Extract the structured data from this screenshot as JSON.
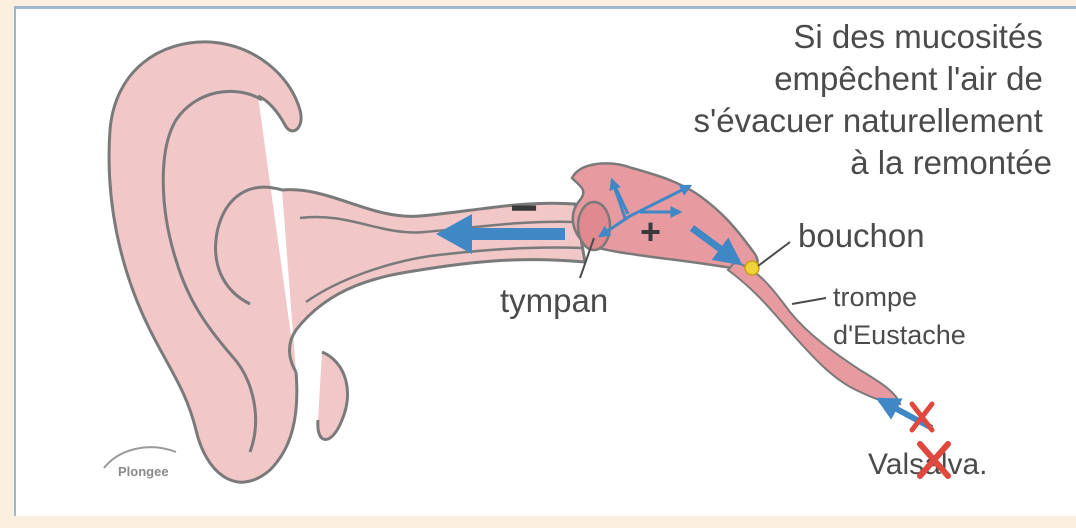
{
  "caption": {
    "line1": "Si des mucosités",
    "line2": "empêchent l'air de",
    "line3": "s'évacuer naturellement",
    "line4": "à la remontée"
  },
  "labels": {
    "plug": "bouchon",
    "eardrum": "tympan",
    "tube_line1": "trompe",
    "tube_line2": "d'Eustache",
    "valsalva": "Valsalva."
  },
  "signs": {
    "minus": "−",
    "plus": "+"
  },
  "logo_text": "Plongee",
  "colors": {
    "ear_fill": "#f1c7c8",
    "ear_outline": "#7a7a7a",
    "middle_ear_fill": "#e79a9f",
    "arrow_blue": "#3f88c5",
    "cross_red": "#e0473d",
    "plug_yellow": "#f2d23a"
  },
  "icons": [
    "pressure-arrow-icon",
    "cross-icon",
    "plongee-logo"
  ]
}
